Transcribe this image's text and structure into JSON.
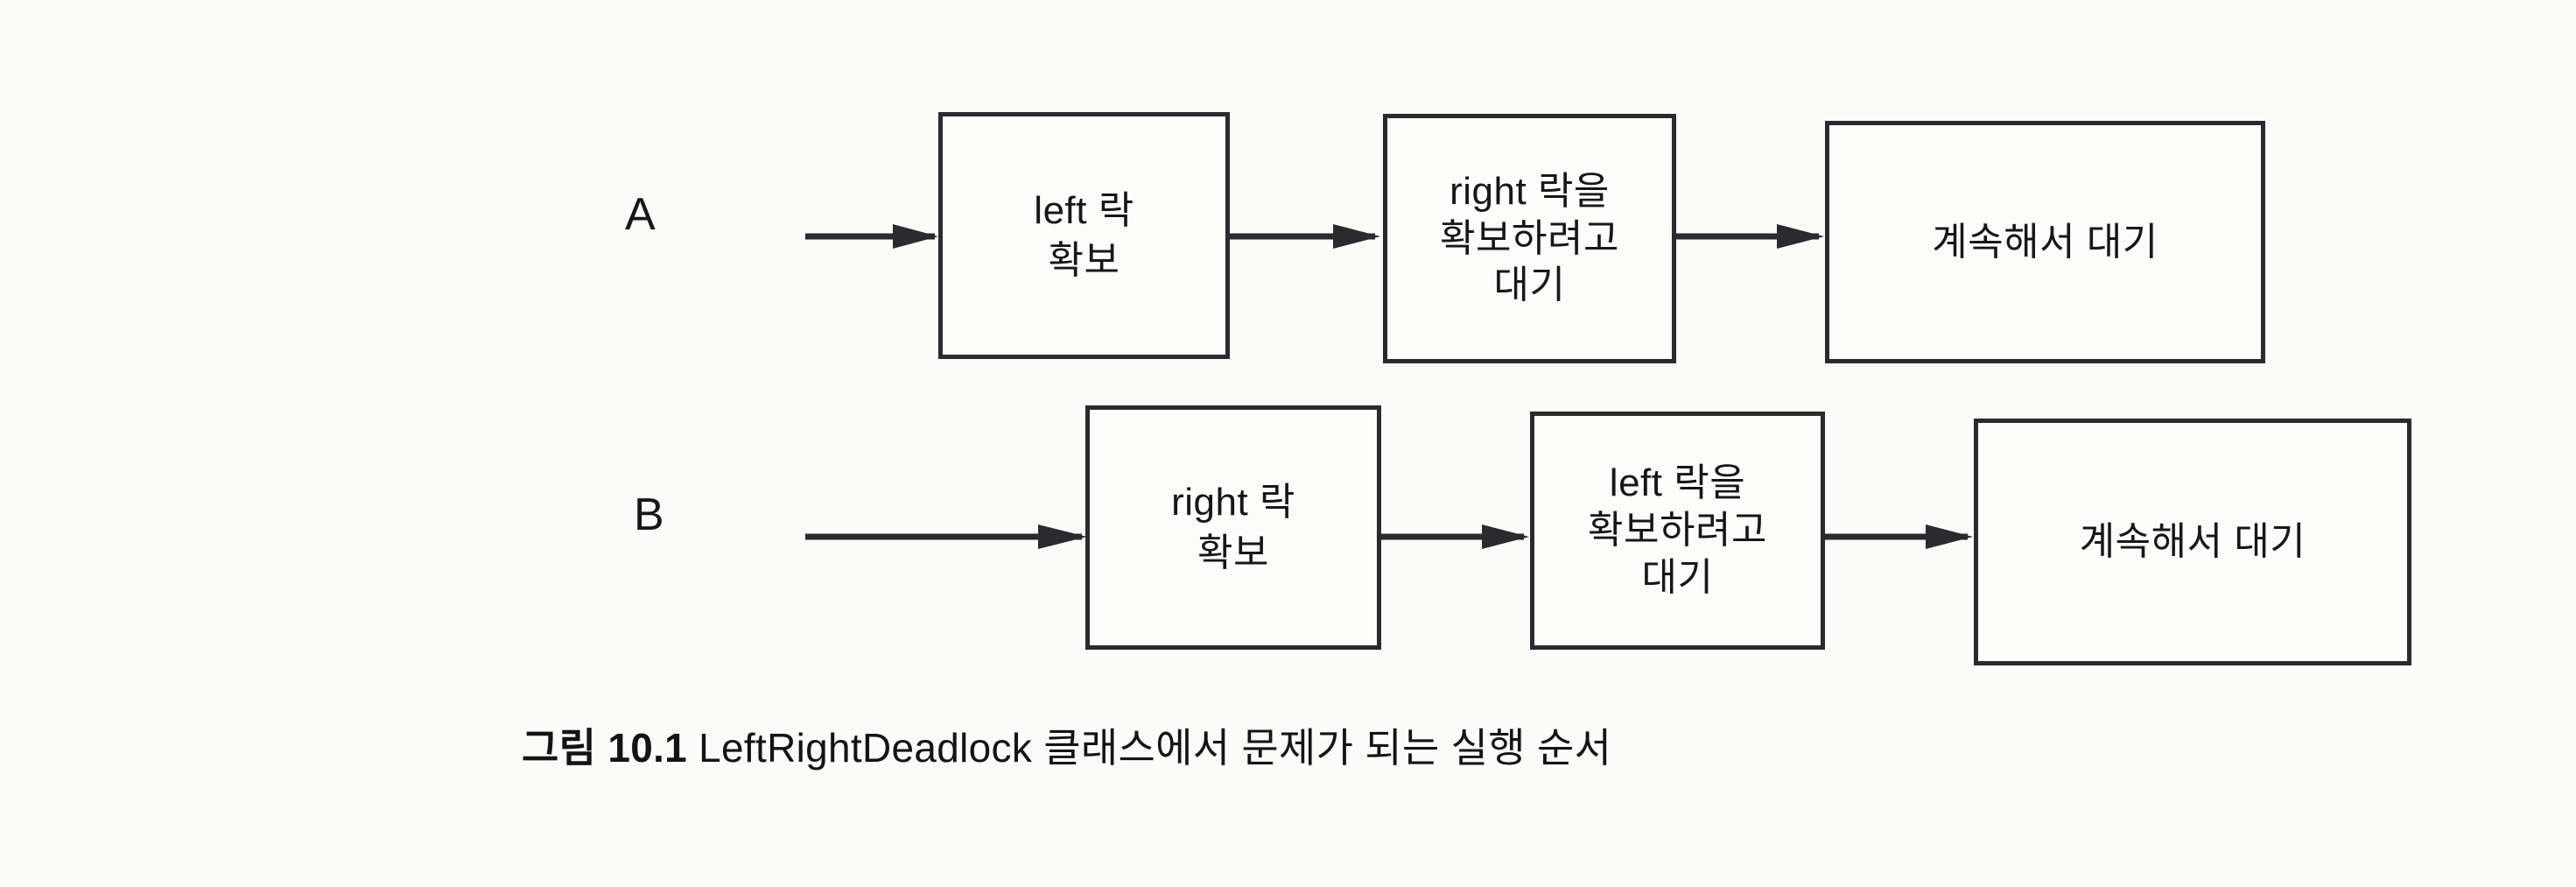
{
  "figure": {
    "caption_number": "그림 10.1",
    "caption_text": "LeftRightDeadlock 클래스에서 문제가 되는 실행 순서",
    "background_color": "#fbfbf9",
    "stroke_color": "#2b2b2f",
    "text_color": "#17171a"
  },
  "lanes": [
    {
      "label": "A",
      "nodes": [
        {
          "text": "left 락\n확보"
        },
        {
          "text": "right 락을\n확보하려고\n대기"
        },
        {
          "text": "계속해서 대기"
        }
      ],
      "arrows": [
        {
          "name": "entry-arrow"
        },
        {
          "name": "step-arrow-1"
        },
        {
          "name": "step-arrow-2"
        }
      ]
    },
    {
      "label": "B",
      "nodes": [
        {
          "text": "right 락\n확보"
        },
        {
          "text": "left 락을\n확보하려고\n대기"
        },
        {
          "text": "계속해서 대기"
        }
      ],
      "arrows": [
        {
          "name": "entry-arrow"
        },
        {
          "name": "step-arrow-1"
        },
        {
          "name": "step-arrow-2"
        }
      ]
    }
  ]
}
